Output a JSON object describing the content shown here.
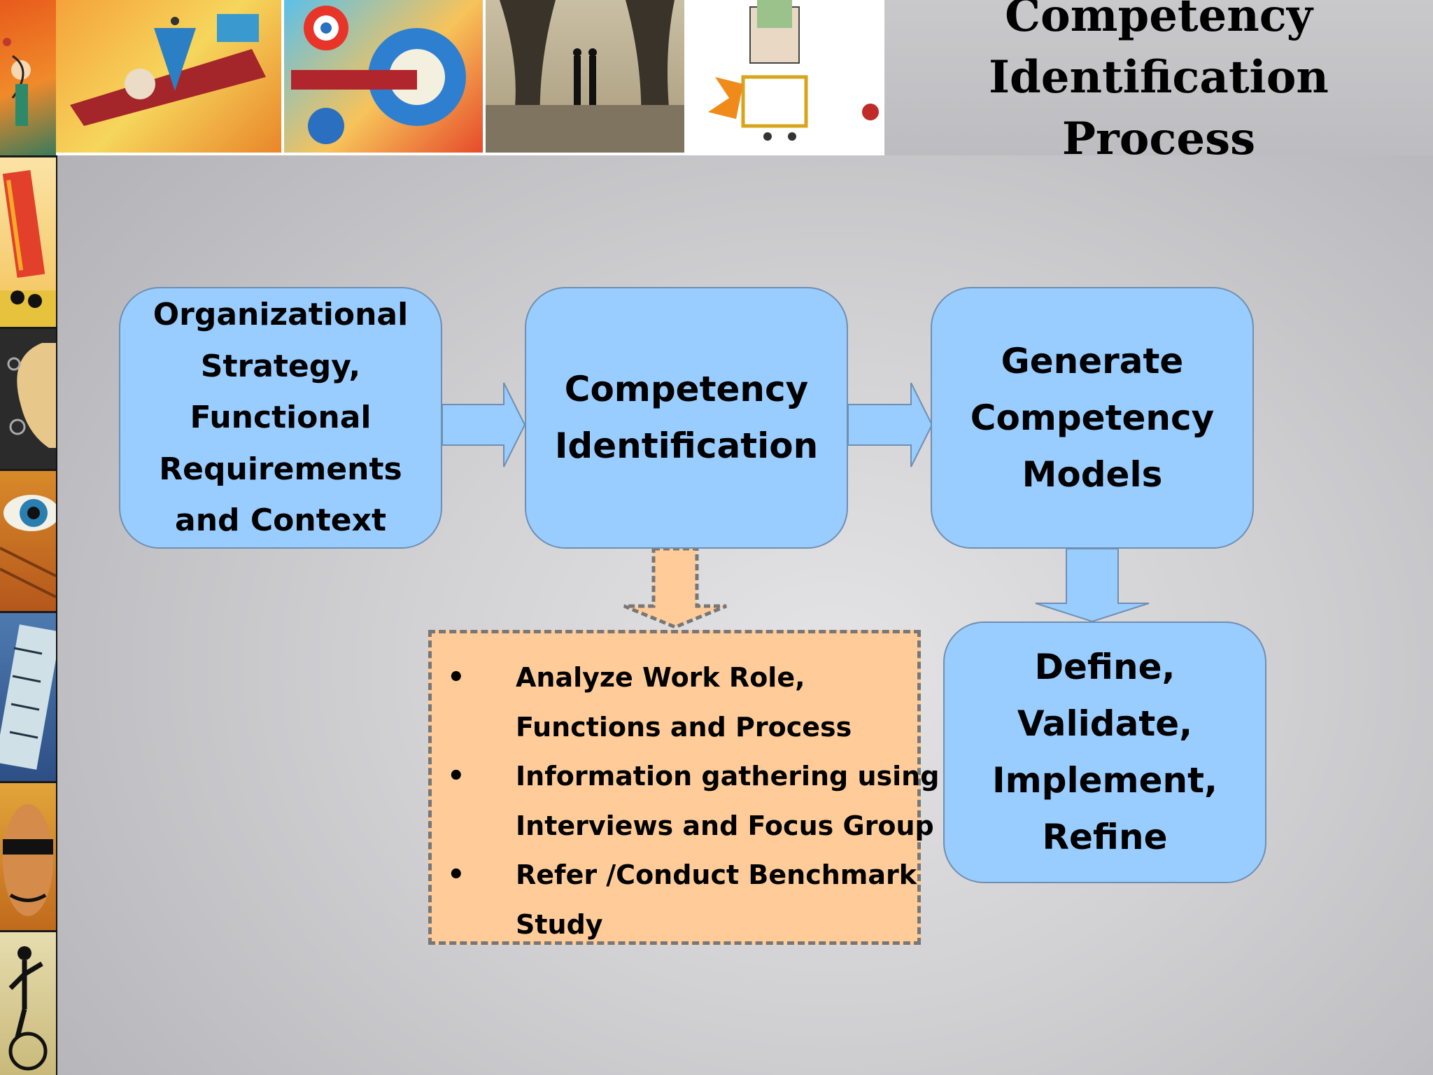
{
  "slide": {
    "title_lines": [
      "Competency",
      "Identification Process"
    ]
  },
  "banner": {
    "images": [
      "aircraft-collage",
      "target-collage",
      "handshake-under-trees",
      "businessman-cart-rocket"
    ]
  },
  "sidebar": {
    "images": [
      "archer",
      "skyscraper",
      "head-profile",
      "eye",
      "numbers",
      "face",
      "unicyclist"
    ]
  },
  "flow": {
    "step1_lines": [
      "Organizational",
      "Strategy,",
      "Functional",
      "Requirements",
      "and Context"
    ],
    "step2_lines": [
      "Competency",
      "Identification"
    ],
    "step3_lines": [
      "Generate",
      "Competency",
      "Models"
    ],
    "step4_lines": [
      "Define,",
      "Validate,",
      "Implement,",
      "Refine"
    ]
  },
  "details": {
    "bullets": [
      {
        "lines": [
          "Analyze Work Role,",
          "Functions and Process"
        ]
      },
      {
        "lines": [
          "Information gathering using",
          "Interviews and Focus Group"
        ]
      },
      {
        "lines": [
          "Refer /Conduct Benchmark",
          "Study"
        ]
      }
    ],
    "bullet_glyph": "•"
  },
  "colors": {
    "box_fill": "#99ccff",
    "box_border": "#6f8fb1",
    "notes_fill": "#ffcc99",
    "notes_border": "#777777"
  }
}
